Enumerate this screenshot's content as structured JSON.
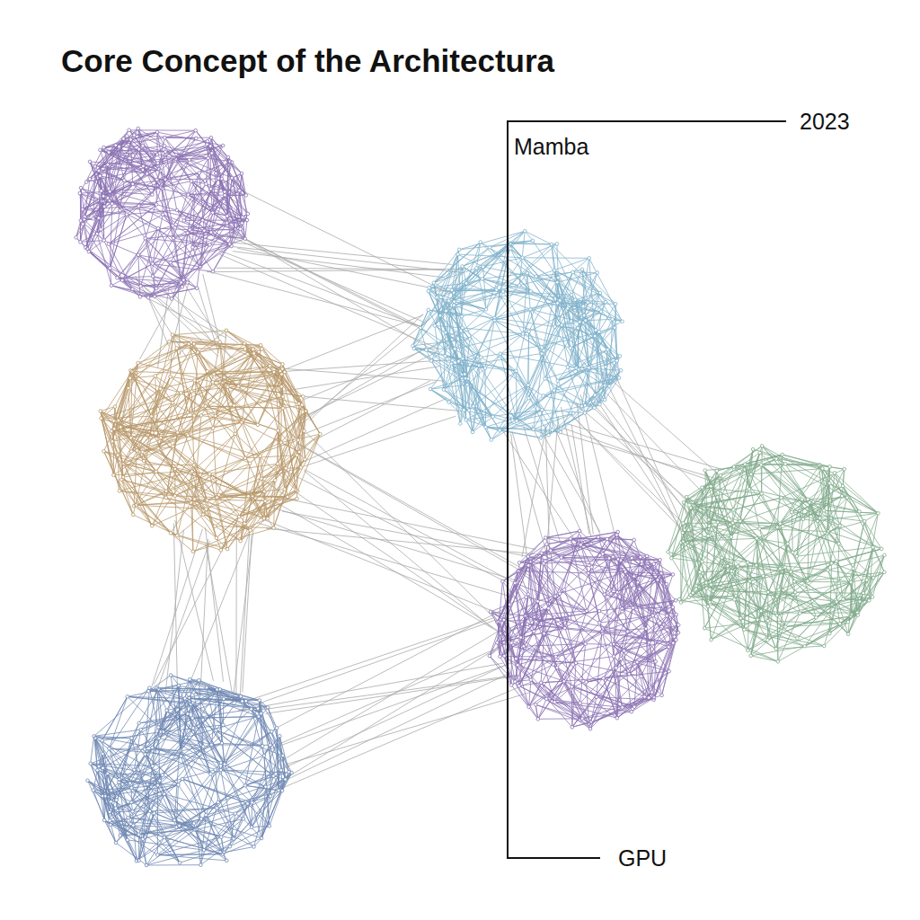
{
  "diagram": {
    "title": "Core Concept of the Architectura",
    "labels": [
      "2023",
      "Mamba",
      "GPU"
    ]
  }
}
